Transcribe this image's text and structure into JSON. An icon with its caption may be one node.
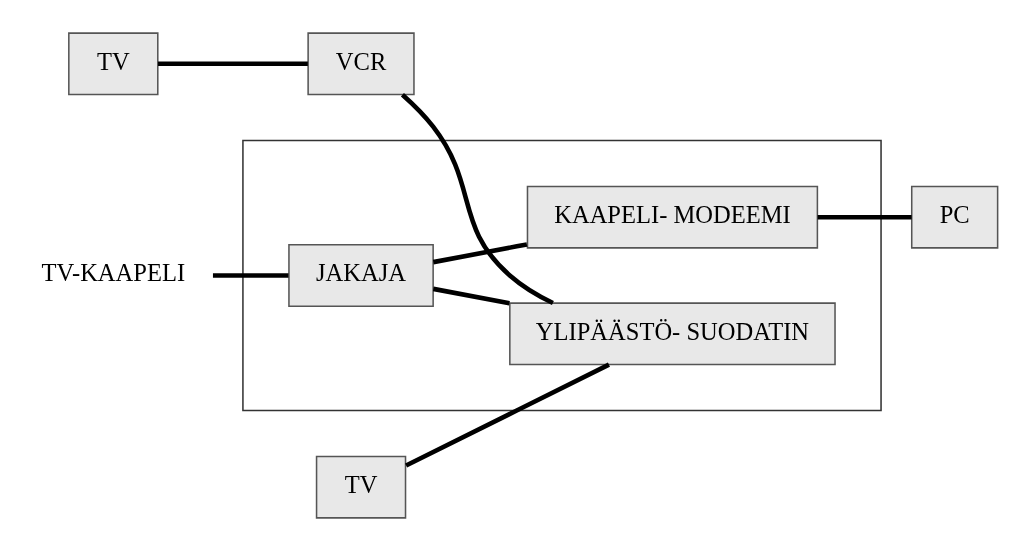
{
  "diagram": {
    "nodes": [
      {
        "text": [
          "TV"
        ]
      },
      {
        "text": [
          "VCR"
        ]
      },
      {
        "text": [
          "TV"
        ]
      },
      {
        "text": [],
        "shape": "box"
      },
      {
        "text": [
          "JAKAJA"
        ],
        "in": 3
      },
      {
        "text": [
          "YLIPÄÄSTÖ- SUODATIN"
        ],
        "in": 3
      },
      {
        "text": [
          "KAAPELI- MODEEMI"
        ],
        "in": 3
      },
      {
        "text": [
          "PC"
        ]
      },
      {
        "text": [
          "TV-KAAPELI"
        ]
      }
    ],
    "edges": [
      {
        "from": 0,
        "to": 1,
        "arrow": "none"
      },
      {
        "from": 1,
        "to": 5,
        "arrow": "none"
      },
      {
        "from": 2,
        "to": 5,
        "arrow": "none"
      },
      {
        "from": 8,
        "to": 4,
        "arrow": "none"
      },
      {
        "from": 4,
        "to": 5,
        "arrow": "none"
      },
      {
        "from": 4,
        "to": 6,
        "arrow": "none"
      },
      {
        "from": 6,
        "to": 7,
        "arrow": "none"
      }
    ]
  }
}
